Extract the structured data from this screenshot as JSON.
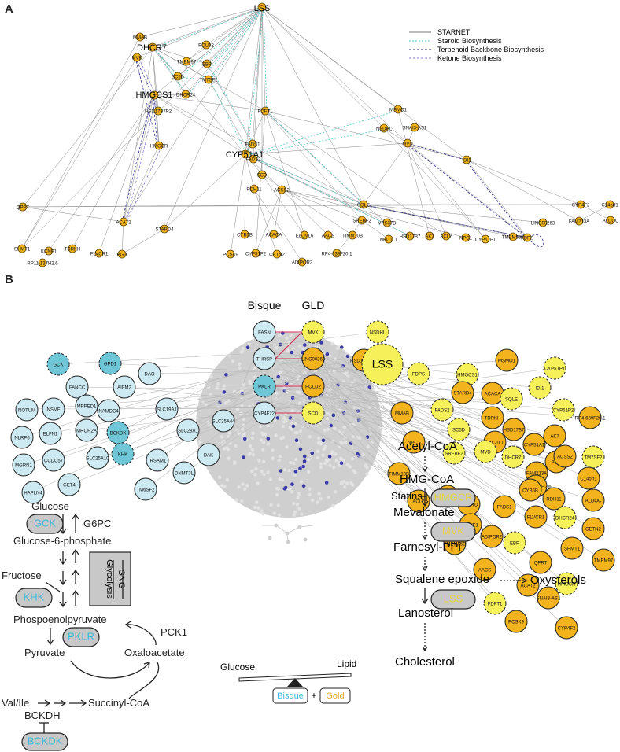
{
  "panels": {
    "a": "A",
    "b": "B"
  },
  "legend": {
    "starnet": "STARNET",
    "steroid": "Steroid Biosynthesis",
    "terpenoid": "Terpenoid Backbone Biosynthesis",
    "ketone": "Ketone Biosynthesis",
    "colors": {
      "starnet": "#777777",
      "steroid": "#4fc3c6",
      "terpenoid": "#2b2b8a",
      "ketone": "#8a7fcf"
    }
  },
  "a_large_labels": {
    "lss": "LSS",
    "dhcr7": "DHCR7",
    "hmgcs1": "HMGCS1",
    "cyp51a1": "CYP51A1"
  },
  "a_nodes": [
    "MMAB",
    "MVK",
    "POLD2",
    "TMEM97",
    "EBP",
    "SC5D",
    "TM7SF2",
    "DHCR24",
    "HSD17B7P2",
    "HMGCR",
    "FDFT1",
    "MSMO1",
    "NSDHL",
    "SNAI3-AS1",
    "MVD",
    "IDI1",
    "FADS1",
    "FADS2",
    "SCD",
    "RDH11",
    "ACSS2",
    "SQLE",
    "SREBF2",
    "CYP4F2",
    "C14orf1",
    "QPRT",
    "ACAT2",
    "STARD4",
    "LINC00263",
    "FAM213A",
    "ALDOC",
    "SHMT1",
    "KCNE1",
    "TDRKH",
    "FLVCR1",
    "PGD",
    "CYB5B",
    "ACACA",
    "ELOVL6",
    "AACS",
    "TIMM10B",
    "VPS37D",
    "HSD17B7",
    "AK7",
    "ACLY",
    "NPC1",
    "CYP51P1",
    "TMEM55B",
    "FDPS",
    "PCSK9",
    "CYP51P2",
    "CETN2",
    "ADIPOR2",
    "RP4-639F20.1",
    "NPC1L1",
    "RP11-137H2.6"
  ],
  "b_headers": {
    "bisque": "Bisque",
    "gld": "GLD"
  },
  "b_pairs": {
    "left": [
      "FASN",
      "THRSP",
      "PKLR",
      "CYP4F22"
    ],
    "right": [
      "MVK",
      "LINC00263",
      "POLD2",
      "SCD"
    ]
  },
  "b_blue": [
    "GCK",
    "GPD1",
    "FANCC",
    "AIFM2",
    "DAO",
    "NOTUM",
    "NSMF",
    "MPPED1",
    "NAMDC4",
    "SLC19A1",
    "NLRP6",
    "ELFN1",
    "MROH2A",
    "BCKDK",
    "SLC28A1",
    "SLC25A44",
    "MGRN1",
    "CCDC57",
    "SLC25A10",
    "KHK",
    "IRSAM1",
    "DNMT3L",
    "DAK",
    "HAPLN4",
    "GET4",
    "TM6SF2"
  ],
  "b_gold_big": "LSS",
  "b_gold": [
    "NSDHL",
    "HSD17B7P2",
    "FDPS",
    "HMGCS1",
    "MSMO1",
    "CYP51P1",
    "STARD4",
    "ACACA",
    "SQLE",
    "IDI1",
    "CYP51P2",
    "MMAB",
    "FADS2",
    "TDRKH",
    "HSD17B7",
    "AK7",
    "RP4-639F20.1",
    "NPC1",
    "SC5D",
    "NPC1L1",
    "CYP51A1",
    "PGD",
    "ACSS2",
    "TM7SF2",
    "SREBF2",
    "MVD",
    "DHCR7",
    "FAM213A",
    "C14orf1",
    "RP11-137H2.6",
    "TIMM10B",
    "CYB5B",
    "RDH11",
    "ALDOC",
    "ACLY",
    "ELOVL6",
    "VPS37D",
    "FADS1",
    "FLVCR1",
    "DHCR24",
    "CETN2",
    "KCNE1",
    "ADIPOR2",
    "TMEM55B",
    "EBP",
    "SHMT1",
    "TMEM97",
    "QPRT",
    "AACS",
    "ACAT2",
    "HMGCR",
    "FDFT1",
    "SNAI3-AS1",
    "PCSK9",
    "CYP4F2"
  ],
  "glycolysis": {
    "glucose": "Glucose",
    "gck": "GCK",
    "g6pc": "G6PC",
    "g6p": "Glucose-6-phosphate",
    "fructose": "Fructose",
    "khk": "KHK",
    "glycolysis": "Glycolysis",
    "gng": "GNG",
    "pep": "Phospoenolpyruvate",
    "pklr": "PKLR",
    "pck1": "PCK1",
    "pyruvate": "Pyruvate",
    "oxaloacetate": "Oxaloacetate",
    "valile": "Val/Ile",
    "succinyl": "Succinyl-CoA",
    "bckdh": "BCKDH",
    "bckdk": "BCKDK"
  },
  "cholesterol": {
    "acetyl": "Acetyl-CoA",
    "hmgcoa": "HMG-CoA",
    "statins": "Statins",
    "hmgcr": "HMGCR",
    "mevalonate": "Mevalonate",
    "mvk": "MVK",
    "farnesyl": "Farnesyl-PPi",
    "squalene": "Squalene epoxide",
    "oxysterols": "Oxysterols",
    "lss": "LSS",
    "lanosterol": "Lanosterol",
    "cholesterol": "Cholesterol"
  },
  "balance": {
    "glucose": "Glucose",
    "lipid": "Lipid",
    "bisque": "Bisque",
    "plus": "+",
    "gold": "Gold"
  },
  "colors": {
    "gold": "#f3b31c",
    "bisque": "#cde9f2",
    "bisque_text": "#3fb8d8",
    "gold_text": "#e8a92a",
    "hub": "#cfcfcf",
    "hub_dot": "#3a3aa8"
  }
}
